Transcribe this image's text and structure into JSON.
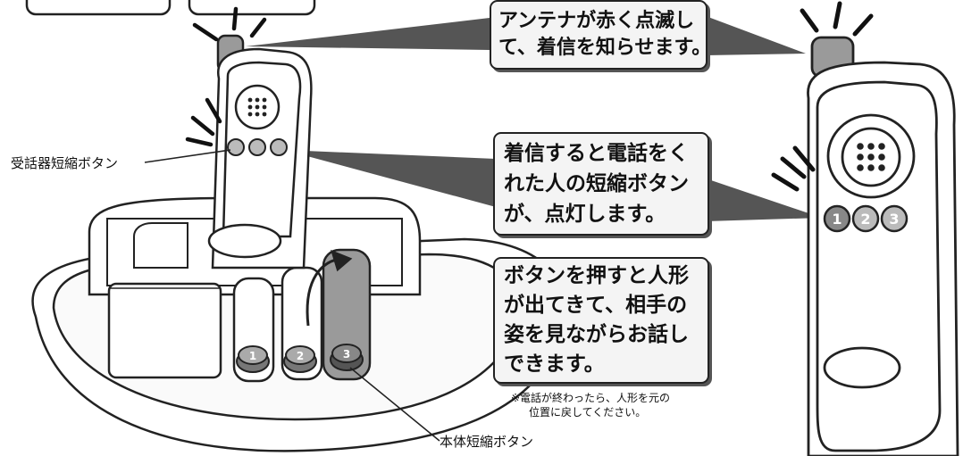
{
  "callouts": {
    "antenna": {
      "line1": "アンテナが赤く点滅し",
      "line2": "て、着信を知らせます。"
    },
    "incoming": {
      "line1": "着信すると電話をく",
      "line2": "れた人の短縮ボタン",
      "line3": "が、点灯します。"
    },
    "doll": {
      "line1": "ボタンを押すと人形",
      "line2": "が出てきて、相手の",
      "line3": "姿を見ながらお話し",
      "line4": "できます。"
    }
  },
  "labels": {
    "handset_button": "受話器短縮ボタン",
    "base_button": "本体短縮ボタン"
  },
  "note": {
    "line1": "※電話が終わったら、人形を元の",
    "line2": "位置に戻してください。"
  },
  "button_numbers": [
    "1",
    "2",
    "3"
  ],
  "colors": {
    "line": "#222222",
    "fill": "#f4f4f4",
    "shade": "#9a9a9a",
    "dark": "#555555"
  }
}
